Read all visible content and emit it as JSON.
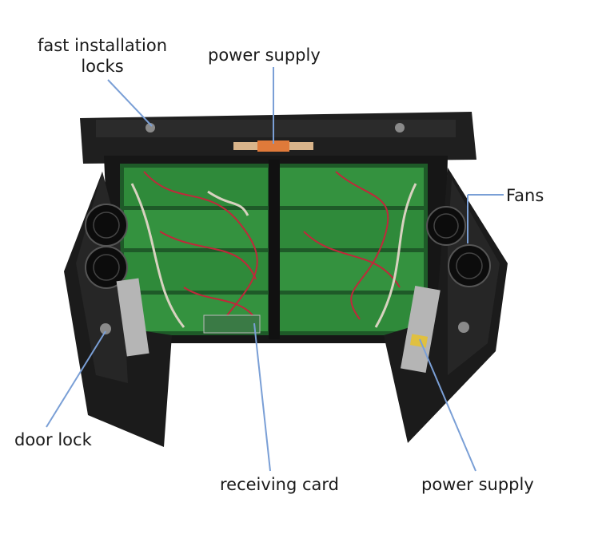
{
  "labels": {
    "fast_installation_locks_line1": "fast installation",
    "fast_installation_locks_line2": "locks",
    "power_supply_top": "power supply",
    "fans": "Fans",
    "door_lock": "door lock",
    "receiving_card": "receiving card",
    "power_supply_bottom": "power supply"
  },
  "colors": {
    "leader_line": "#7a9fd6",
    "cabinet": "#1c1c1c",
    "led_module": "#2f8a3a",
    "wire_red": "#c0283a"
  }
}
